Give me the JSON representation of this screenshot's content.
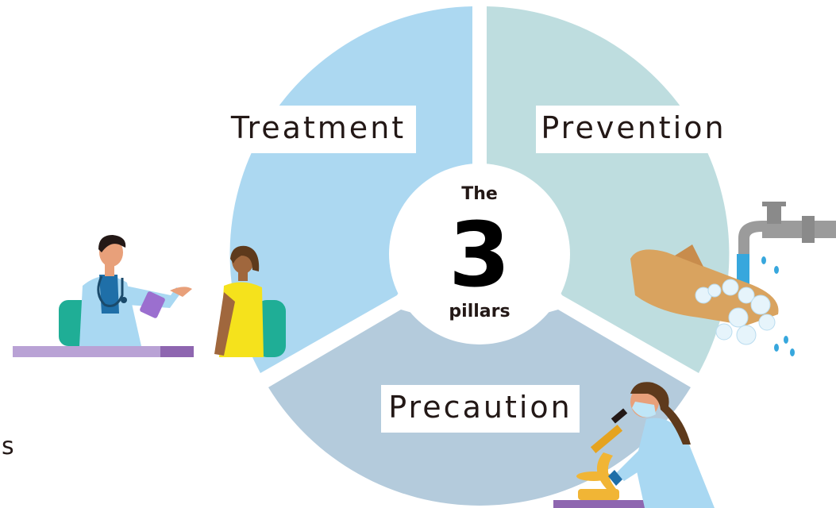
{
  "diagram": {
    "segments": [
      {
        "id": "treatment",
        "label": "Treatment",
        "color": "#acd8f1"
      },
      {
        "id": "prevention",
        "label": "Prevention",
        "color": "#bedddf"
      },
      {
        "id": "precaution",
        "label": "Precaution",
        "color": "#b4cbdc"
      }
    ],
    "center": {
      "top_text": "The",
      "number": "3",
      "bottom_text": "pillars"
    },
    "side_fragment": "s"
  },
  "colors": {
    "label_bg": "#ffffff",
    "text": "#231816",
    "skin_light": "#e8a07a",
    "skin_dark": "#a0673d",
    "coat": "#a9d8f2",
    "accent_teal": "#1fae96",
    "desk_purple": "#b9a2d5",
    "metal": "#9b9b9b",
    "water": "#37a7dd",
    "microscope": "#f1b535"
  }
}
